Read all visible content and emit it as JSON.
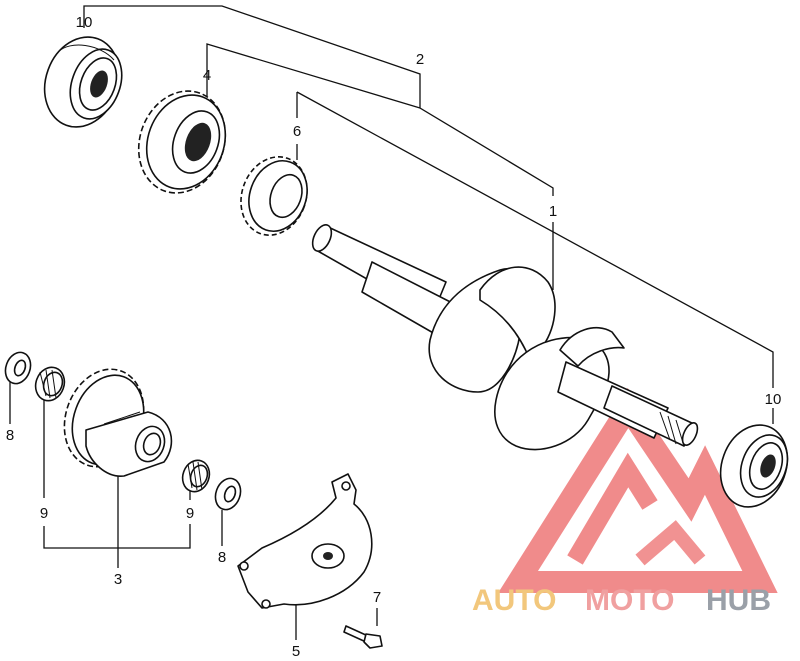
{
  "diagram": {
    "callouts": [
      {
        "id": "c10a",
        "label": "10"
      },
      {
        "id": "c4",
        "label": "4"
      },
      {
        "id": "c2",
        "label": "2"
      },
      {
        "id": "c6",
        "label": "6"
      },
      {
        "id": "c1",
        "label": "1"
      },
      {
        "id": "c10b",
        "label": "10"
      },
      {
        "id": "c8a",
        "label": "8"
      },
      {
        "id": "c9a",
        "label": "9"
      },
      {
        "id": "c3",
        "label": "3"
      },
      {
        "id": "c9b",
        "label": "9"
      },
      {
        "id": "c8b",
        "label": "8"
      },
      {
        "id": "c5",
        "label": "5"
      },
      {
        "id": "c7",
        "label": "7"
      }
    ]
  },
  "watermark": {
    "word_auto": "AUTO",
    "word_moto": "MOTO",
    "word_hub": "HUB",
    "colors": {
      "auto": "#f2c77c",
      "moto": "#f0a0a0",
      "hub": "#9aa0a8",
      "logo": "#e84a4a"
    }
  }
}
